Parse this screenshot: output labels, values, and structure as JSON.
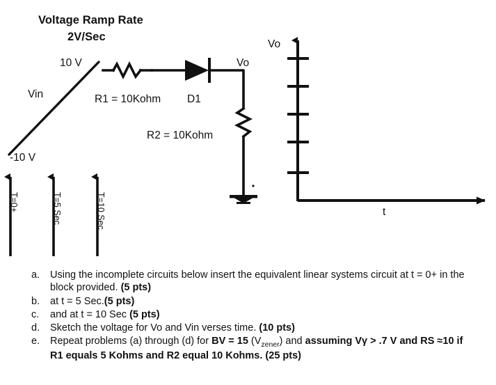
{
  "title": {
    "line1": "Voltage Ramp Rate",
    "line2": "2V/Sec"
  },
  "ramp_plot": {
    "top_value_label": "10 V",
    "bottom_value_label": "-10 V",
    "signal_label": "Vin"
  },
  "time_markers": [
    {
      "label": "T=0+"
    },
    {
      "label": "T=5 Sec"
    },
    {
      "label": "T=10 Sec"
    }
  ],
  "circuit": {
    "r1_label": "R1 = 10Kohm",
    "d1_label": "D1",
    "r2_label": "R2 = 10Kohm",
    "output_node_label": "Vo"
  },
  "graph": {
    "y_axis_label": "Vo",
    "x_axis_label": "t",
    "y_tick_count": 5
  },
  "colors": {
    "ink": "#111111",
    "background": "#ffffff"
  },
  "problems": [
    {
      "marker": "a.",
      "parts": [
        {
          "text": "Using the incomplete circuits below insert the equivalent linear systems circuit at t = 0+ in the block provided. ",
          "bold": false
        },
        {
          "text": "(5 pts)",
          "bold": true
        }
      ]
    },
    {
      "marker": "b.",
      "parts": [
        {
          "text": "at t = 5 Sec.",
          "bold": false
        },
        {
          "text": "(5 pts)",
          "bold": true
        }
      ]
    },
    {
      "marker": "c.",
      "parts": [
        {
          "text": "and at t = 10 Sec ",
          "bold": false
        },
        {
          "text": "(5 pts)",
          "bold": true
        }
      ]
    },
    {
      "marker": "d.",
      "parts": [
        {
          "text": "Sketch the voltage for Vo and Vin verses time. ",
          "bold": false
        },
        {
          "text": "(10 pts)",
          "bold": true
        }
      ]
    },
    {
      "marker": "e.",
      "parts": [
        {
          "text": "Repeat problems (a) through (d) for ",
          "bold": false
        },
        {
          "text": "BV = 15",
          "bold": true
        },
        {
          "text": "  (V",
          "bold": false
        },
        {
          "text": "zener",
          "bold": false,
          "sub": true
        },
        {
          "text": ") and ",
          "bold": false
        },
        {
          "text": "assuming V",
          "bold": true
        },
        {
          "text": "γ",
          "bold": true
        },
        {
          "text": " > .7 V and RS ≈10 if R1 equals 5 Kohms and R2 equal 10 Kohms. (25 pts)",
          "bold": true
        }
      ]
    }
  ]
}
